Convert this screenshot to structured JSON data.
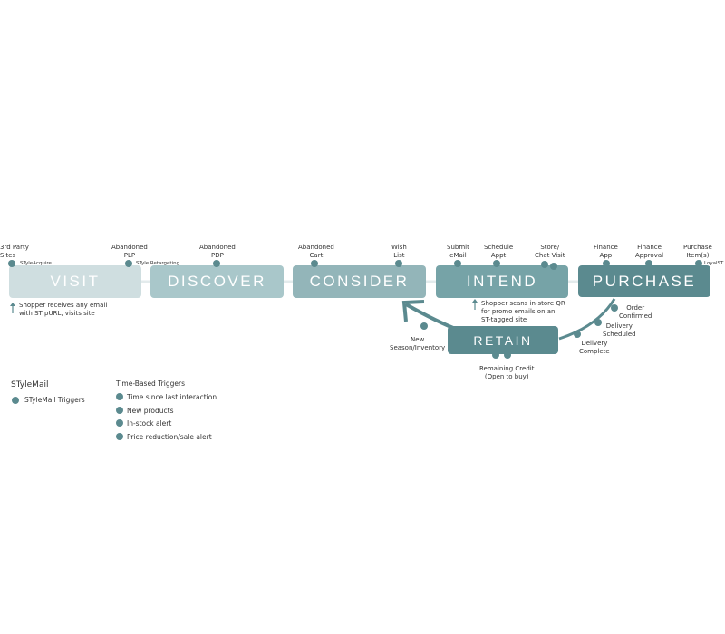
{
  "stages": [
    {
      "key": "visit",
      "label": "VISIT",
      "color": "#cfdee0"
    },
    {
      "key": "discover",
      "label": "DISCOVER",
      "color": "#a9c7ca"
    },
    {
      "key": "consider",
      "label": "CONSIDER",
      "color": "#93b5b9"
    },
    {
      "key": "intend",
      "label": "INTEND",
      "color": "#76a3a7"
    },
    {
      "key": "purchase",
      "label": "PURCHASE",
      "color": "#5b8a8f"
    },
    {
      "key": "retain",
      "label": "RETAIN",
      "color": "#5b8a8f"
    }
  ],
  "touchpoints": {
    "third_party": "3rd Party\nSites",
    "abandoned_plp": "Abandoned\nPLP",
    "abandoned_pdp": "Abandoned\nPDP",
    "abandoned_cart": "Abandoned\nCart",
    "wish_list": "Wish\nList",
    "submit_email": "Submit\neMail",
    "schedule_appt": "Schedule\nAppt",
    "store_chat": "Store/\nChat Visit",
    "finance_app": "Finance\nApp",
    "finance_approval": "Finance\nApproval",
    "purchase_items": "Purchase\nItem(s)",
    "order_confirmed": "Order\nConfirmed",
    "delivery_scheduled": "Delivery\nScheduled",
    "delivery_complete": "Delivery\nComplete",
    "remaining_credit": "Remaining Credit\n(Open to buy)",
    "new_season": "New\nSeason/Inventory"
  },
  "tags": {
    "acquire": "STyleAcquire",
    "retargeting": "STyle Retargeting",
    "loyal": "LoyalST"
  },
  "notes": {
    "visit_note": "Shopper receives any email\nwith ST pURL, visits site",
    "intend_note": "Shopper scans in-store QR\nfor promo emails on an\nST-tagged site"
  },
  "legend": {
    "title": "STyleMail",
    "triggers": "STyleMail Triggers",
    "time_title": "Time-Based Triggers",
    "time_items": [
      "Time since last interaction",
      "New products",
      "In-stock alert",
      "Price reduction/sale alert"
    ]
  },
  "colors": {
    "dot": "#5b8a8f",
    "arrow": "#5b8a8f",
    "line": "#dfe8e9"
  }
}
